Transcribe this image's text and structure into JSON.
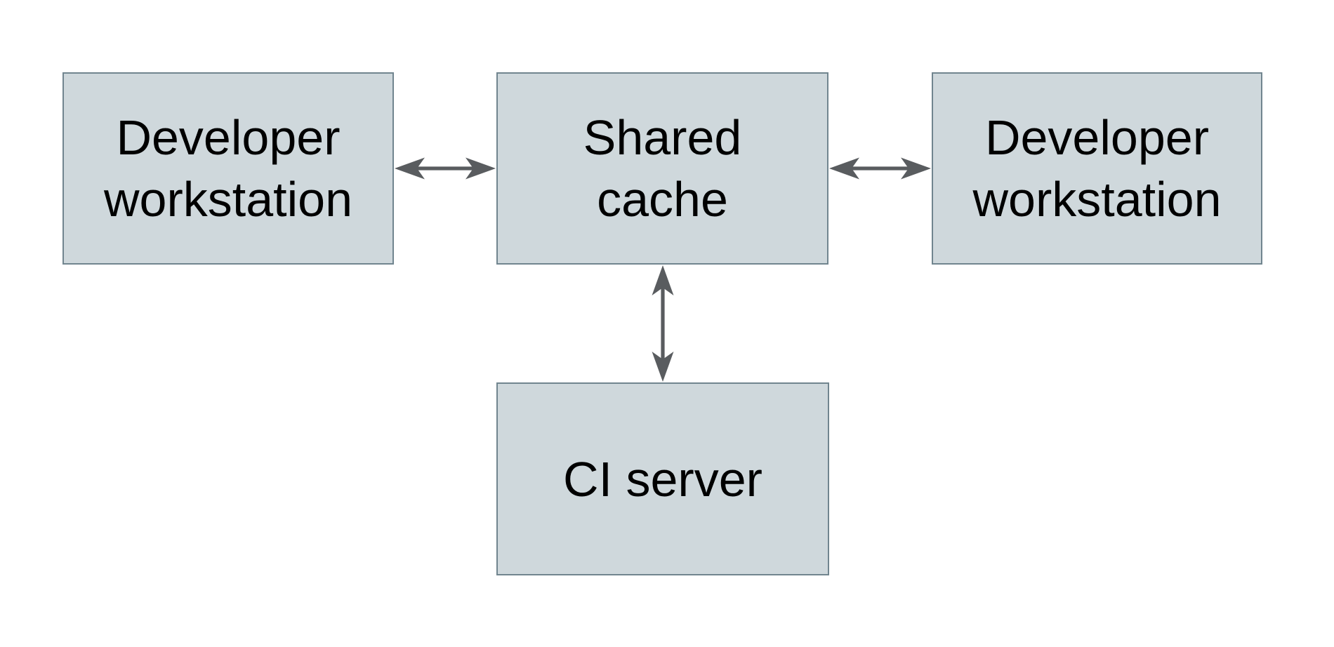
{
  "diagram": {
    "nodes": [
      {
        "id": "dev-left",
        "label": "Developer workstation",
        "lines": [
          "Developer",
          "workstation"
        ]
      },
      {
        "id": "shared-cache",
        "label": "Shared cache",
        "lines": [
          "Shared",
          "cache"
        ]
      },
      {
        "id": "dev-right",
        "label": "Developer workstation",
        "lines": [
          "Developer",
          "workstation"
        ]
      },
      {
        "id": "ci-server",
        "label": "CI server",
        "lines": [
          "CI server"
        ]
      }
    ],
    "edges": [
      {
        "from": "dev-left",
        "to": "shared-cache",
        "direction": "bidirectional",
        "orientation": "horizontal"
      },
      {
        "from": "shared-cache",
        "to": "dev-right",
        "direction": "bidirectional",
        "orientation": "horizontal"
      },
      {
        "from": "shared-cache",
        "to": "ci-server",
        "direction": "bidirectional",
        "orientation": "vertical"
      }
    ],
    "colors": {
      "page_bg": "#ffffff",
      "node_fill": "#cfd8dc",
      "node_border": "#71858f",
      "arrow": "#595c5f",
      "text": "#000000"
    }
  }
}
